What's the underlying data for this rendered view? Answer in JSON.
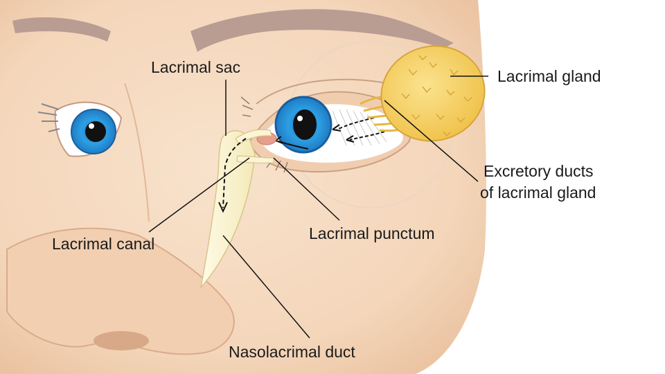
{
  "labels": {
    "lacrimal_sac": "Lacrimal sac",
    "lacrimal_gland": "Lacrimal gland",
    "excretory_ducts_line1": "Excretory ducts",
    "excretory_ducts_line2": "of lacrimal gland",
    "lacrimal_punctum": "Lacrimal punctum",
    "lacrimal_canal": "Lacrimal canal",
    "nasolacrimal_duct": "Nasolacrimal duct"
  },
  "colors": {
    "skin": "#f6dcc4",
    "skin_shadow": "#ecc4a4",
    "iris": "#2b9be0",
    "pupil": "#111111",
    "gland": "#f7d36b",
    "duct": "#fbf4d6",
    "brow": "#b99d93"
  }
}
